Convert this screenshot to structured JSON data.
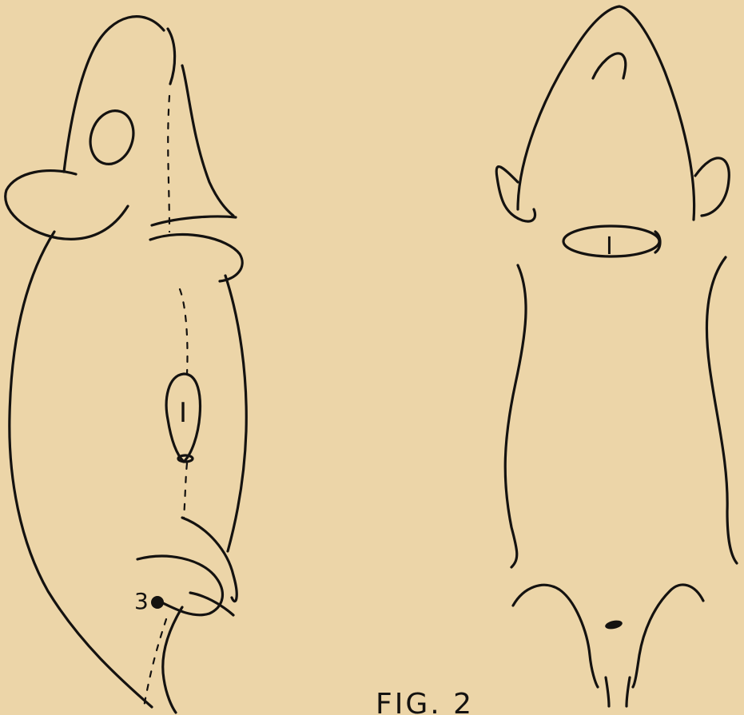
{
  "figure": {
    "caption": "FIG. 2",
    "background": "#ecd5a8",
    "ink": "#141210",
    "lateral_view": {
      "wound_label": "I",
      "site_label": "3"
    },
    "ventral_view": {
      "wound_label": "I"
    }
  }
}
